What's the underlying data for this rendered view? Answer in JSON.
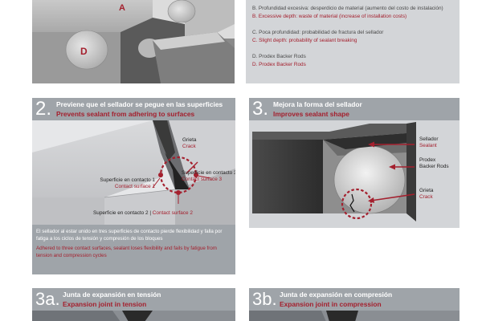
{
  "top": {
    "marker_a": "A",
    "marker_d": "D",
    "items": [
      {
        "es": "B. Profundidad excesiva: desperdicio de material (aumento del costo de instalación)",
        "en": "B. Excessive depth: waste of material (increase of installation costs)"
      },
      {
        "es": "C. Poca profundidad: probabilidad de fractura del sellador",
        "en": "C. Slight depth: probability of sealant breaking"
      },
      {
        "es": "D. Prodex Backer Rods",
        "en": "D. Prodex Backer Rods"
      }
    ]
  },
  "section2": {
    "number": "2.",
    "title_es": "Previene que el sellador se pegue en las superficies",
    "title_en": "Prevents sealant from adhering to surfaces",
    "crack_es": "Grieta",
    "crack_en": "Crack",
    "surface1_es": "Superficie en contacto 1",
    "surface1_en": "Contact surface 1",
    "surface3_es": "Superficie en contacto 3",
    "surface3_en": "Contact surface 3",
    "surface2_es": "Superficie en contacto 2",
    "surface2_sep": " | ",
    "surface2_en": "Contact surface 2",
    "body_es": "El sellador al estar unido en tres superficies de contacto pierde flexibilidad y falla por fatiga a los ciclos de tensión y compresión de los bloques",
    "body_en": "Adhered to three contact surfaces, sealant loses flexibility and fails by fatigue from tension and compression cycles"
  },
  "section3": {
    "number": "3.",
    "title_es": "Mejora la forma del sellador",
    "title_en": "Improves sealant shape",
    "sealant_es": "Sellador",
    "sealant_en": "Sealant",
    "rods_l1": "Prodex",
    "rods_l2": "Backer Rods",
    "crack_es": "Grieta",
    "crack_en": "Crack"
  },
  "section3a": {
    "number": "3a.",
    "title_es": "Junta de expansión en tensión",
    "title_en": "Expansion joint in tension"
  },
  "section3b": {
    "number": "3b.",
    "title_es": "Junta de expansión en compresión",
    "title_en": "Expansion joint in compression"
  },
  "colors": {
    "accent": "#a4202e",
    "header_gray": "#9fa4a9",
    "panel_gray": "#d3d5d8"
  }
}
